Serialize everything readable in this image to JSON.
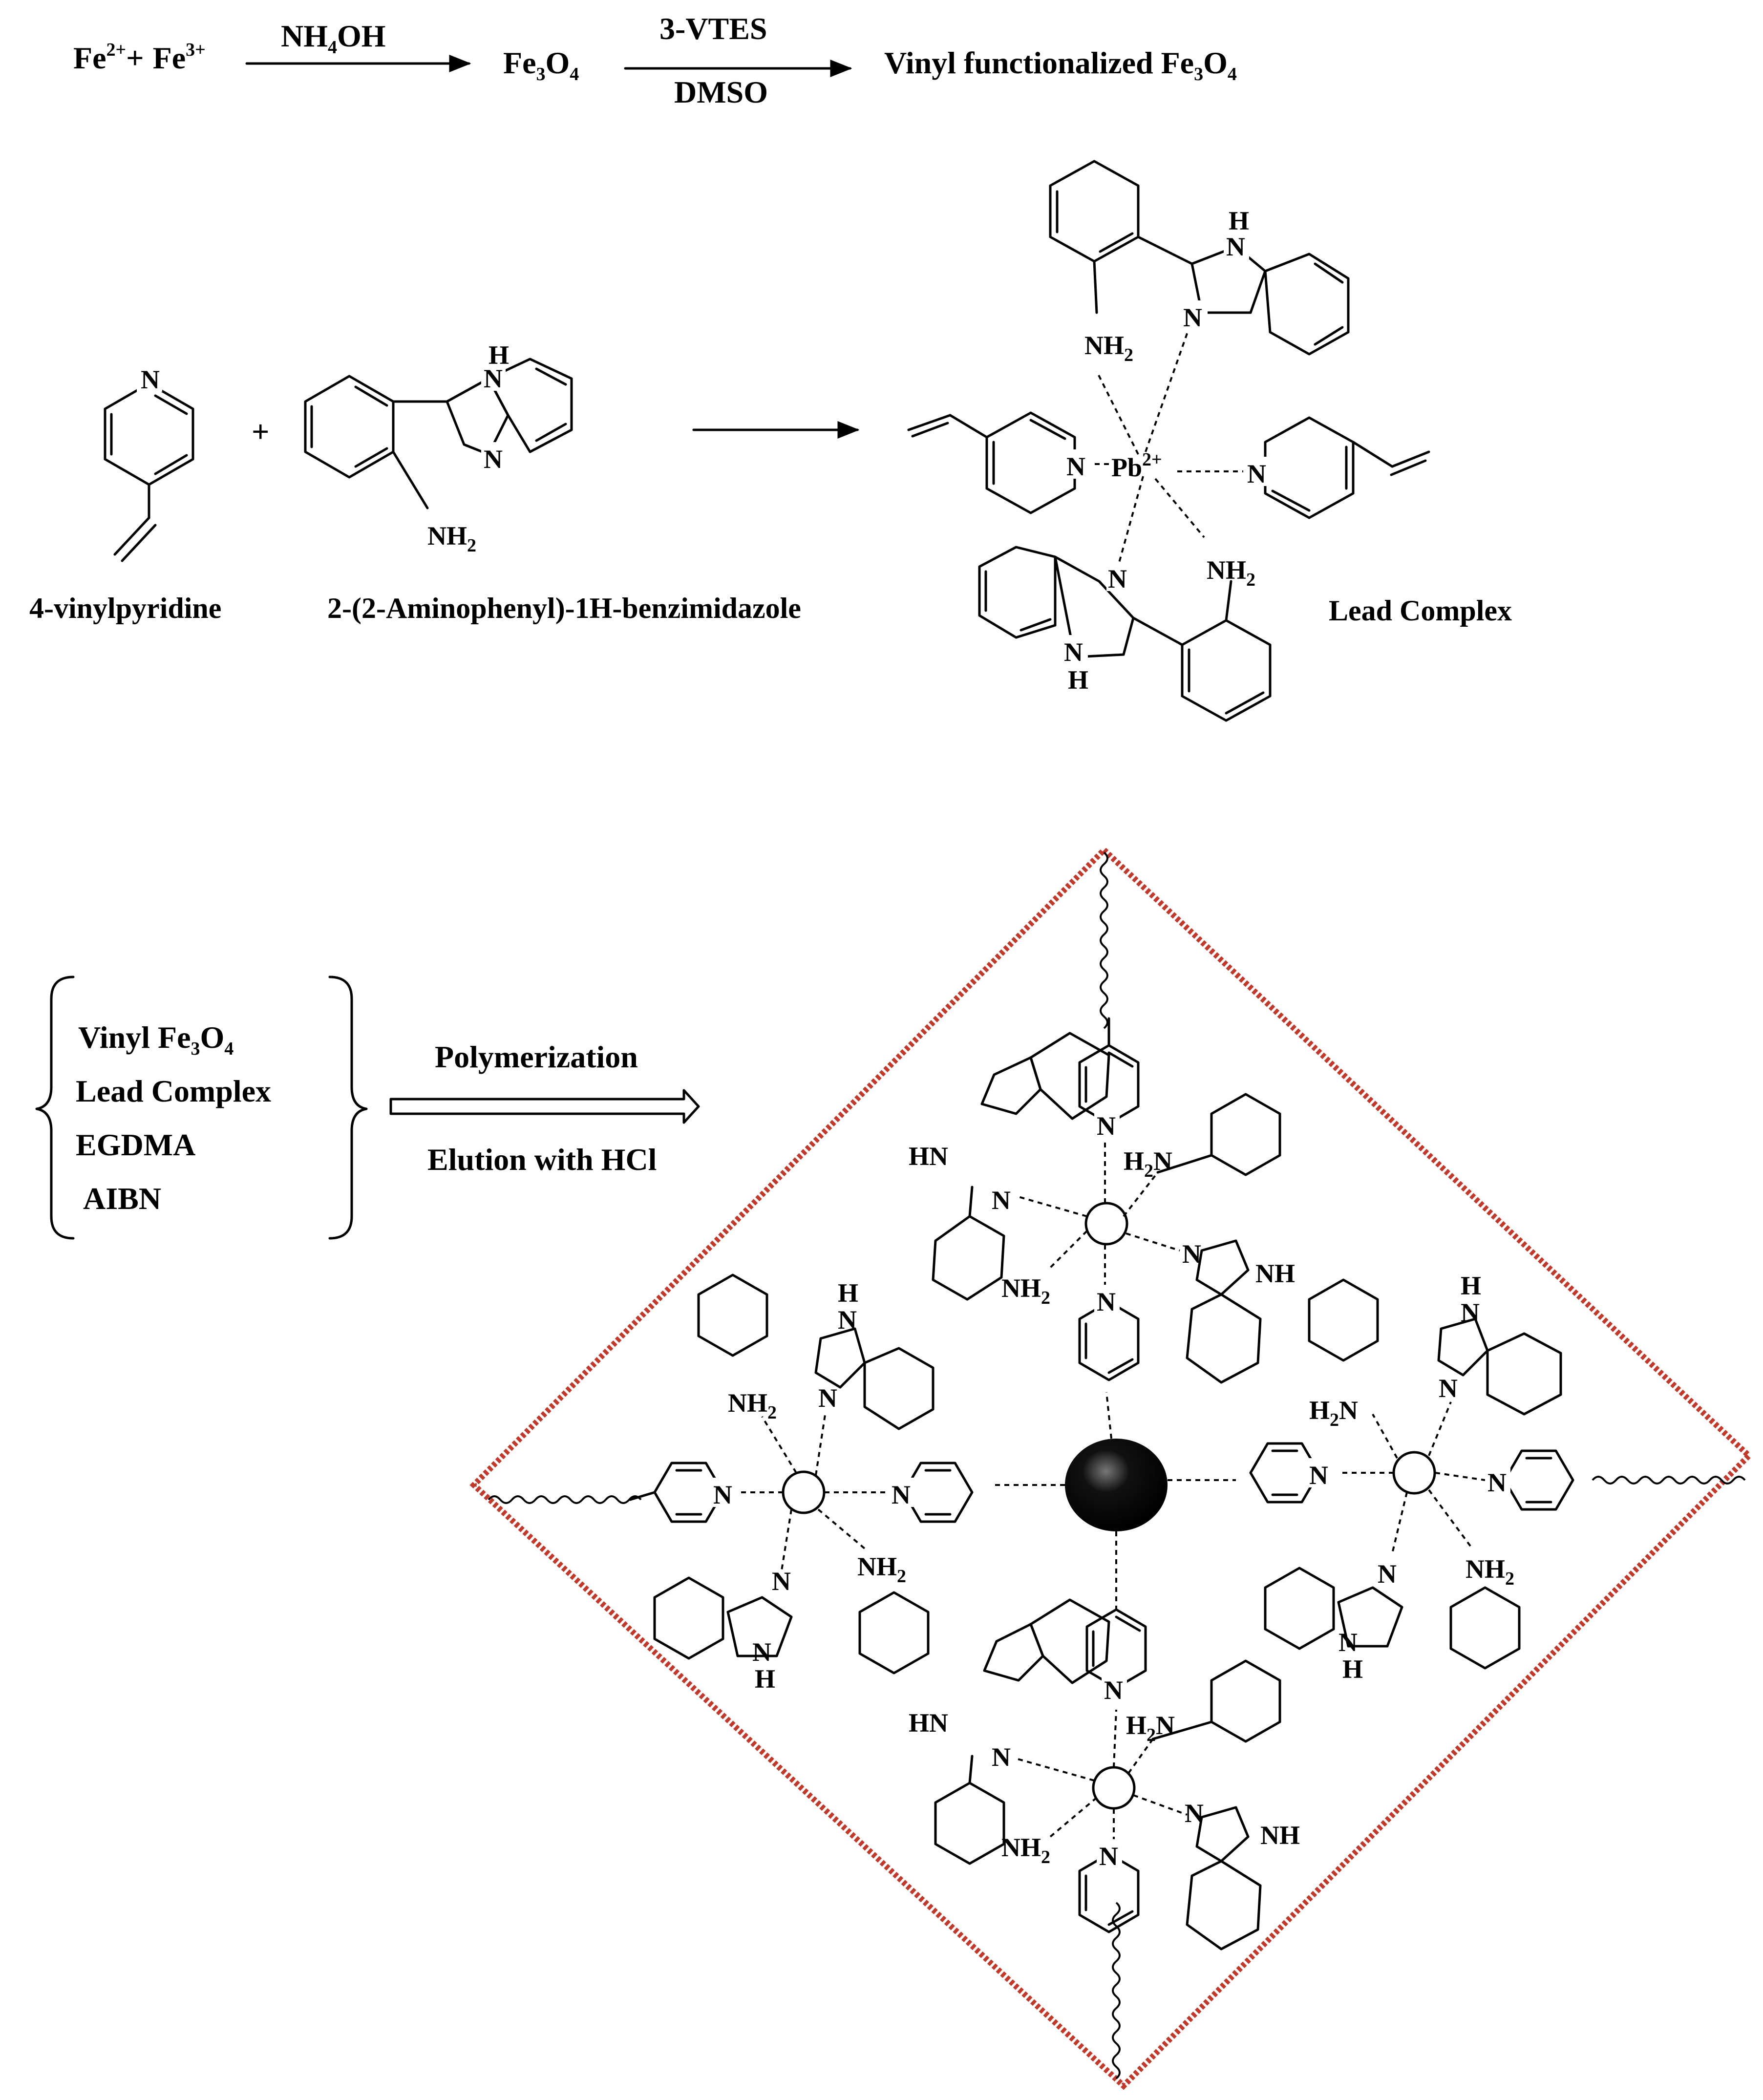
{
  "colors": {
    "frame": "#c0392b",
    "ink": "#000000",
    "core": "#000000"
  },
  "reaction1": {
    "reactant_a": "Fe",
    "reactant_a_charge": "2+",
    "plus": "+",
    "reactant_b": "Fe",
    "reactant_b_charge": "3+",
    "reagent_base": "NH",
    "reagent_sub": "4",
    "reagent_tail": "OH",
    "product_fe": "Fe",
    "product_fe_sub": "3",
    "product_o": "O",
    "product_o_sub": "4",
    "silane": "3-VTES",
    "solvent": "DMSO",
    "final_prefix": "Vinyl functionalized Fe",
    "final_sub_a": "3",
    "final_o": "O",
    "final_sub_b": "4"
  },
  "reaction2": {
    "plus": "+",
    "vinylpyridine_name": "4-vinylpyridine",
    "benzimidazole_name": "2-(2-Aminophenyl)-1H-benzimidazole",
    "complex_name": "Lead Complex",
    "lead_ion": "Pb",
    "lead_charge": "2+"
  },
  "atoms": {
    "N": "N",
    "H": "H",
    "NH": "NH",
    "HN": "HN",
    "NH2_base": "NH",
    "H2N_H": "H",
    "H2N_N": "N",
    "sub2": "2"
  },
  "reaction3": {
    "components": [
      {
        "text": "Vinyl Fe",
        "sub_a": "3",
        "mid": "O",
        "sub_b": "4"
      },
      {
        "text": "Lead Complex"
      },
      {
        "text": "EGDMA"
      },
      {
        "text": "AIBN"
      }
    ],
    "step_above": "Polymerization",
    "step_below": "Elution with HCl"
  }
}
